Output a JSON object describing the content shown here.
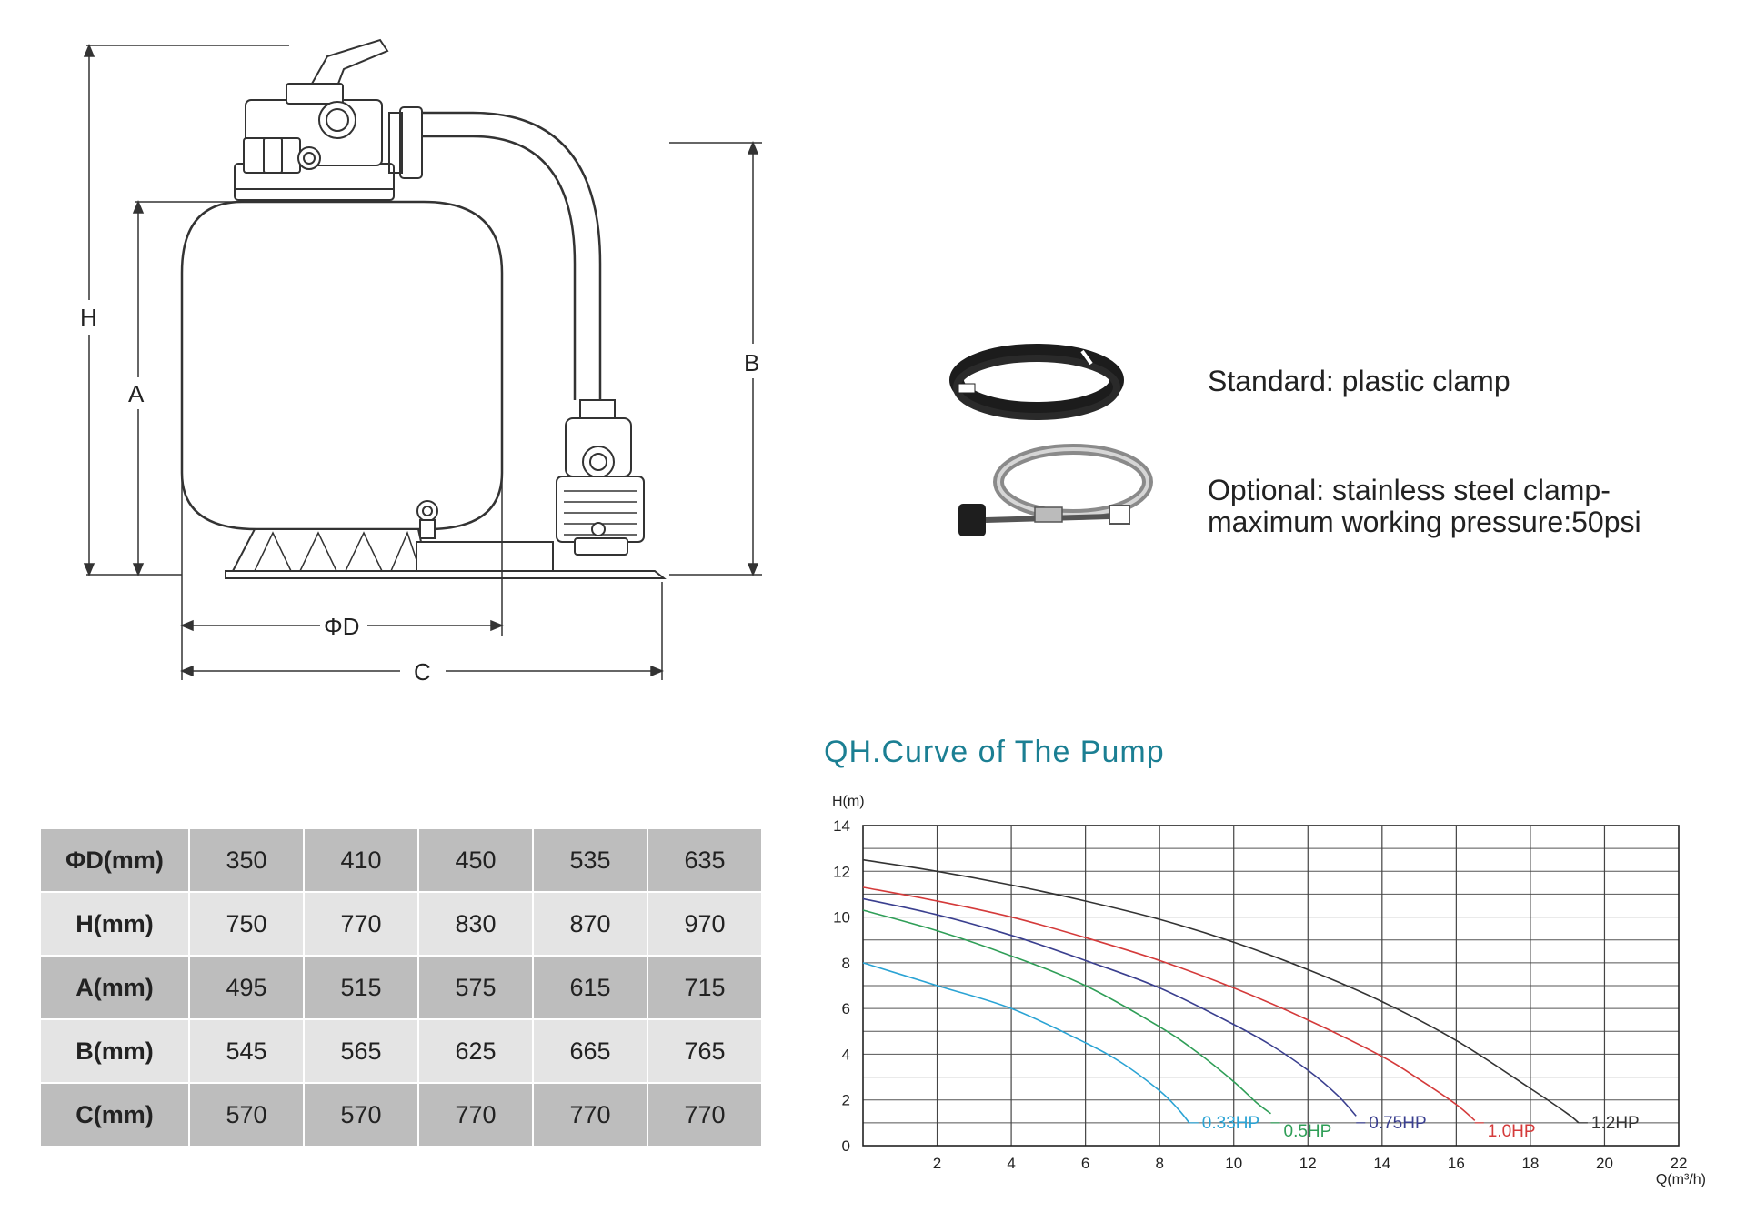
{
  "dimensions": {
    "H": "H",
    "A": "A",
    "B": "B",
    "D": "ΦD",
    "C": "C"
  },
  "clamps": [
    {
      "label": "Standard: plastic clamp",
      "lines": [
        "Standard: plastic clamp"
      ]
    },
    {
      "label": "Optional: stainless steel clamp-maximum working pressure:50psi",
      "lines": [
        "Optional: stainless steel clamp-",
        "maximum working pressure:50psi"
      ]
    }
  ],
  "table": {
    "rows": [
      {
        "head": "ΦD(mm)",
        "values": [
          "350",
          "410",
          "450",
          "535",
          "635"
        ]
      },
      {
        "head": "H(mm)",
        "values": [
          "750",
          "770",
          "830",
          "870",
          "970"
        ]
      },
      {
        "head": "A(mm)",
        "values": [
          "495",
          "515",
          "575",
          "615",
          "715"
        ]
      },
      {
        "head": "B(mm)",
        "values": [
          "545",
          "565",
          "625",
          "665",
          "765"
        ]
      },
      {
        "head": "C(mm)",
        "values": [
          "570",
          "570",
          "770",
          "770",
          "770"
        ]
      }
    ]
  },
  "chart_data": {
    "type": "line",
    "title": "QH.Curve of The Pump",
    "xlabel": "Q(m³/h)",
    "ylabel": "H(m)",
    "xlim": [
      0,
      22
    ],
    "ylim": [
      0,
      14
    ],
    "xticks": [
      2,
      4,
      6,
      8,
      10,
      12,
      14,
      16,
      18,
      20,
      22
    ],
    "yticks": [
      0,
      2,
      4,
      6,
      8,
      10,
      12,
      14
    ],
    "grid": true,
    "series": [
      {
        "name": "0.33HP",
        "color": "#2aa3d4",
        "x": [
          0,
          2,
          4,
          6,
          7,
          8,
          8.5,
          8.8
        ],
        "y": [
          8,
          7,
          6,
          4.5,
          3.6,
          2.4,
          1.6,
          1
        ]
      },
      {
        "name": "0.5HP",
        "color": "#2f9e57",
        "x": [
          0,
          2,
          4,
          6,
          8,
          9,
          10,
          10.6,
          11
        ],
        "y": [
          10.3,
          9.4,
          8.3,
          7,
          5.2,
          4.1,
          2.8,
          1.9,
          1.4
        ]
      },
      {
        "name": "0.75HP",
        "color": "#3a3f8f",
        "x": [
          0,
          2,
          4,
          6,
          8,
          10,
          11,
          12,
          12.8,
          13.3
        ],
        "y": [
          10.8,
          10.1,
          9.2,
          8.1,
          6.9,
          5.3,
          4.4,
          3.3,
          2.2,
          1.3
        ]
      },
      {
        "name": "1.0HP",
        "color": "#d43a3a",
        "x": [
          0,
          2,
          4,
          6,
          8,
          10,
          12,
          14,
          15,
          16,
          16.5
        ],
        "y": [
          11.3,
          10.7,
          10,
          9.1,
          8.1,
          6.9,
          5.5,
          3.9,
          2.9,
          1.8,
          1.1
        ]
      },
      {
        "name": "1.2HP",
        "color": "#333333",
        "x": [
          0,
          2,
          4,
          6,
          8,
          10,
          12,
          14,
          16,
          18,
          19,
          19.3
        ],
        "y": [
          12.5,
          12,
          11.4,
          10.7,
          9.9,
          8.9,
          7.7,
          6.3,
          4.6,
          2.5,
          1.4,
          1
        ]
      }
    ]
  }
}
